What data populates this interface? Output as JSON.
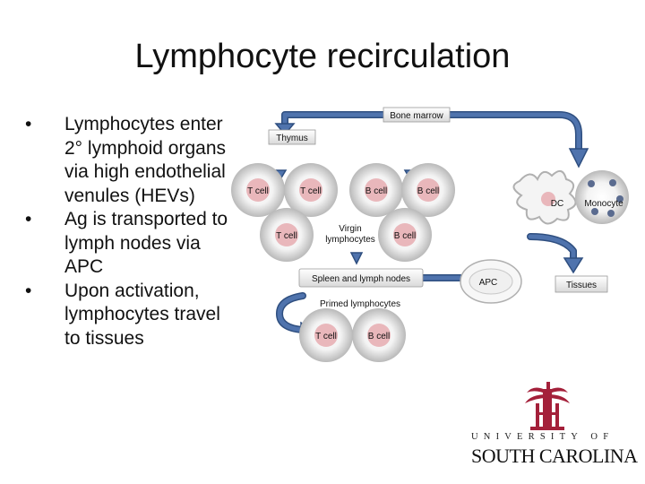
{
  "slide": {
    "title": "Lymphocyte recirculation",
    "bullets": [
      "Lymphocytes enter 2° lymphoid organs via high endothelial venules (HEVs)",
      "Ag is transported to lymph nodes via APC",
      "Upon activation, lymphocytes travel to tissues"
    ],
    "bullet_char": "•"
  },
  "diagram": {
    "bone_marrow": "Bone marrow",
    "thymus": "Thymus",
    "t_cell_1": "T cell",
    "t_cell_2": "T cell",
    "b_cell_1": "B cell",
    "b_cell_2": "B cell",
    "t_cell_3": "T cell",
    "virgin_line1": "Virgin",
    "virgin_line2": "lymphocytes",
    "b_cell_3": "B cell",
    "dc": "DC",
    "monocyte": "Monocyte",
    "spleen": "Spleen and lymph nodes",
    "apc": "APC",
    "tissues": "Tissues",
    "primed": "Primed lymphocytes",
    "t_cell_4": "T cell",
    "b_cell_4": "B cell"
  },
  "logo": {
    "top_text": "UNIVERSITY OF",
    "bottom_text": "SOUTH CAROLINA"
  },
  "colors": {
    "arrow_blue": "#4f73ad",
    "arrow_dark": "#2f4f80",
    "cell_pink": "#e9b7bb",
    "cell_ring": "#b9b9b9",
    "logo_red": "#a4203a"
  }
}
